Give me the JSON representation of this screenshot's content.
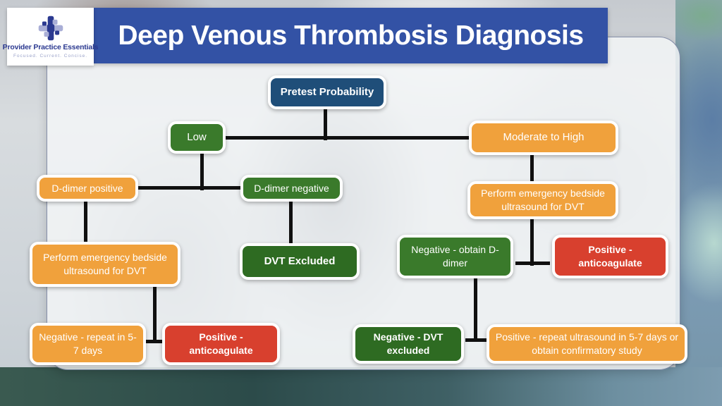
{
  "logo": {
    "name": "Provider Practice Essentials",
    "tagline": "Focused.  Current.  Concise."
  },
  "header": {
    "title": "Deep Venous Thrombosis Diagnosis"
  },
  "colors": {
    "header_bar": "#3352a5",
    "node_blue": "#1f4e79",
    "node_green": "#3a7a2b",
    "node_dark_green": "#2e6b22",
    "node_orange": "#f0a13c",
    "node_red": "#d8402e",
    "connector": "#101010",
    "logo_navy": "#2b3990",
    "logo_periwinkle": "#a9aed6"
  },
  "flowchart": {
    "nodes": {
      "pretest": {
        "label": "Pretest Probability"
      },
      "low": {
        "label": "Low"
      },
      "moderate": {
        "label": "Moderate to High"
      },
      "ddimer_positive": {
        "label": "D-dimer positive"
      },
      "ddimer_negative": {
        "label": "D-dimer negative"
      },
      "perform_us_left": {
        "label": "Perform emergency bedside ultrasound for DVT"
      },
      "dvt_excluded": {
        "label": "DVT Excluded"
      },
      "perform_us_right": {
        "label": "Perform emergency bedside ultrasound for DVT"
      },
      "negative_obtain_ddimer": {
        "label": "Negative - obtain D-dimer"
      },
      "positive_anticoagulate_right": {
        "label": "Positive - anticoagulate"
      },
      "negative_repeat": {
        "label": "Negative - repeat in 5-7 days"
      },
      "positive_anticoagulate_left": {
        "label": "Positive - anticoagulate"
      },
      "negative_dvt_excluded": {
        "label": "Negative - DVT excluded"
      },
      "positive_repeat_us": {
        "label": "Positive - repeat ultrasound in 5-7 days or obtain confirmatory study"
      }
    }
  }
}
